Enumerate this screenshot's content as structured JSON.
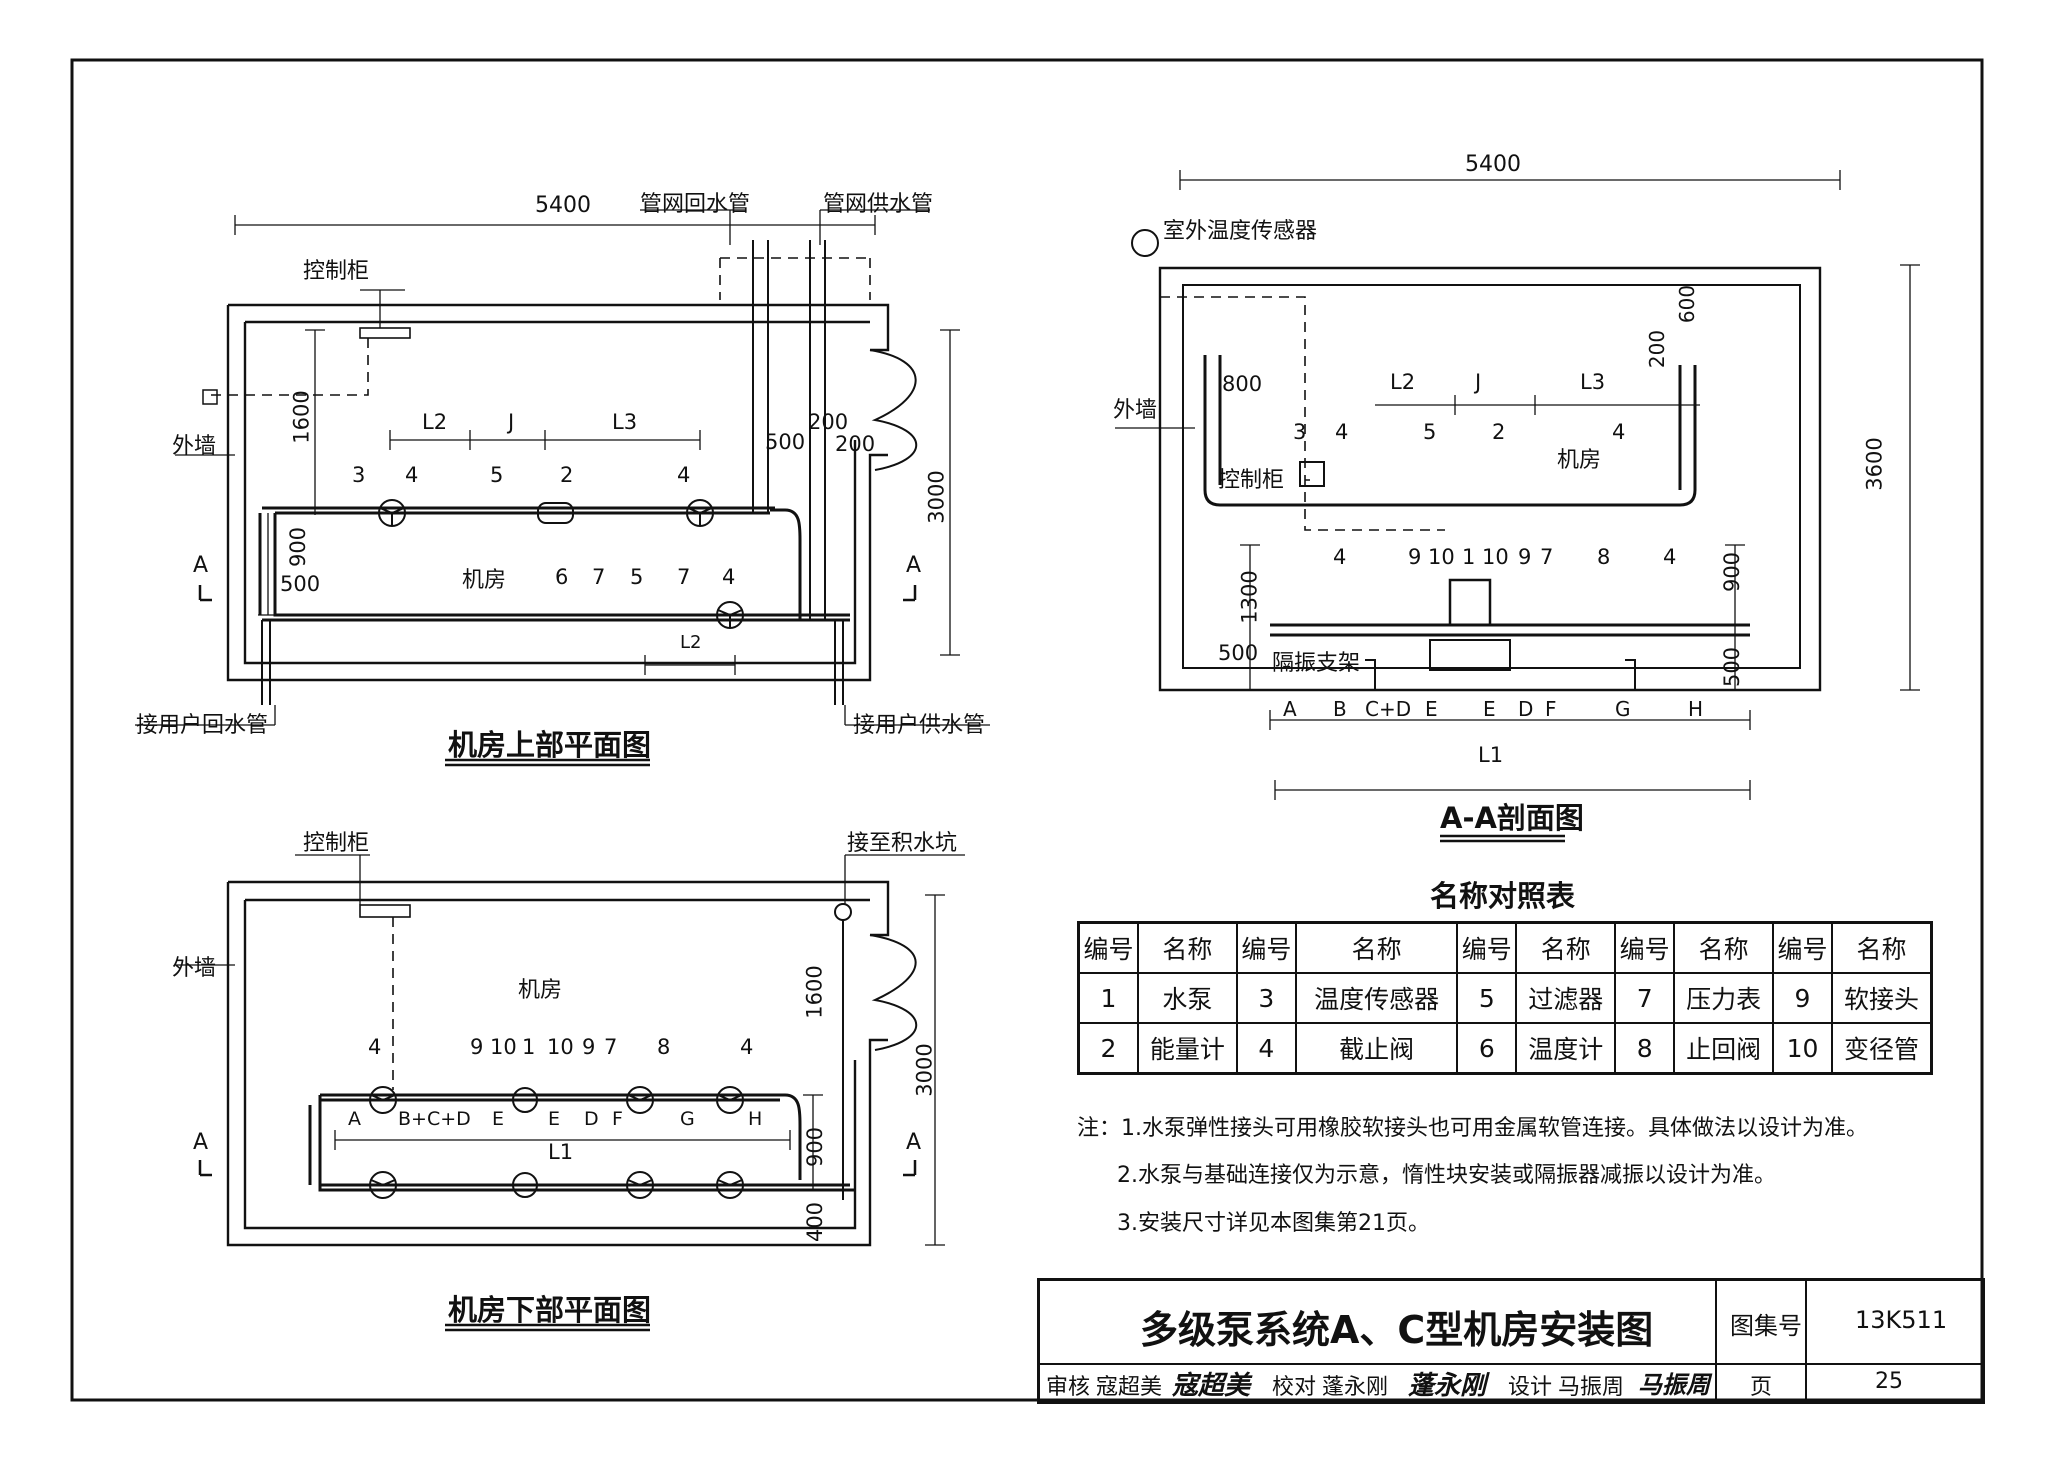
{
  "drawings": {
    "upper_plan": {
      "title": "机房上部平面图",
      "labels": {
        "dim_width": "5400",
        "return_main": "管网回水管",
        "supply_main": "管网供水管",
        "control_cabinet": "控制柜",
        "outer_wall": "外墙",
        "room": "机房",
        "user_return": "接用户回水管",
        "user_supply": "接用户供水管",
        "dim_1600": "1600",
        "dim_3000": "3000",
        "dim_900": "900",
        "dim_500a": "500",
        "dim_500b": "500",
        "dim_200a": "200",
        "dim_200b": "200",
        "L2": "L2",
        "J": "J",
        "L3": "L3",
        "L2b": "L2",
        "section": "A",
        "n3": "3",
        "n4a": "4",
        "n5a": "5",
        "n2": "2",
        "n4b": "4",
        "n6": "6",
        "n7a": "7",
        "n5b": "5",
        "n7b": "7",
        "n4c": "4"
      }
    },
    "section_aa": {
      "title": "A-A剖面图",
      "labels": {
        "dim_width": "5400",
        "outdoor_sensor": "室外温度传感器",
        "outer_wall": "外墙",
        "control_cabinet": "控制柜",
        "room": "机房",
        "isolator": "隔振支架",
        "dim_800": "800",
        "dim_600": "600",
        "dim_200": "200",
        "dim_3600": "3600",
        "dim_900": "900",
        "dim_500r": "500",
        "dim_1300": "1300",
        "dim_500l": "500",
        "L2": "L2",
        "J": "J",
        "L3": "L3",
        "n3": "3",
        "n4a": "4",
        "n5": "5",
        "n2": "2",
        "n4b": "4",
        "n4c": "4",
        "n9a": "9",
        "n10a": "10",
        "n1": "1",
        "n10b": "10",
        "n9b": "9",
        "n7": "7",
        "n8": "8",
        "n4d": "4",
        "segments": [
          "A",
          "B",
          "C+D",
          "E",
          "E",
          "D",
          "F",
          "G",
          "H"
        ],
        "L1": "L1"
      }
    },
    "lower_plan": {
      "title": "机房下部平面图",
      "labels": {
        "control_cabinet": "控制柜",
        "sump": "接至积水坑",
        "outer_wall": "外墙",
        "room": "机房",
        "dim_1600": "1600",
        "dim_3000": "3000",
        "dim_900": "900",
        "dim_400": "400",
        "section": "A",
        "L1": "L1",
        "segments": [
          "A",
          "B+C+D",
          "E",
          "E",
          "D",
          "F",
          "G",
          "H"
        ],
        "n4a": "4",
        "n9a": "9",
        "n10a": "10",
        "n1": "1",
        "n10b": "10",
        "n9b": "9",
        "n7": "7",
        "n8": "8",
        "n4b": "4"
      }
    }
  },
  "legend": {
    "title": "名称对照表",
    "header": [
      "编号",
      "名称",
      "编号",
      "名称",
      "编号",
      "名称",
      "编号",
      "名称",
      "编号",
      "名称"
    ],
    "rows": [
      [
        "1",
        "水泵",
        "3",
        "温度传感器",
        "5",
        "过滤器",
        "7",
        "压力表",
        "9",
        "软接头"
      ],
      [
        "2",
        "能量计",
        "4",
        "截止阀",
        "6",
        "温度计",
        "8",
        "止回阀",
        "10",
        "变径管"
      ]
    ]
  },
  "notes": [
    "注：1.水泵弹性接头可用橡胶软接头也可用金属软管连接。具体做法以设计为准。",
    "2.水泵与基础连接仅为示意，惰性块安装或隔振器减振以设计为准。",
    "3.安装尺寸详见本图集第21页。"
  ],
  "title_block": {
    "drawing_title": "多级泵系统A、C型机房安装图",
    "atlas_label": "图集号",
    "atlas_no": "13K511",
    "reviewer_label": "审核",
    "reviewer": "寇超美",
    "checker_label": "校对",
    "checker": "蓬永刚",
    "designer_label": "设计",
    "designer": "马振周",
    "page_label": "页",
    "page_no": "25",
    "signatures": [
      "寇超美",
      "蓬永刚",
      "马振周"
    ]
  }
}
